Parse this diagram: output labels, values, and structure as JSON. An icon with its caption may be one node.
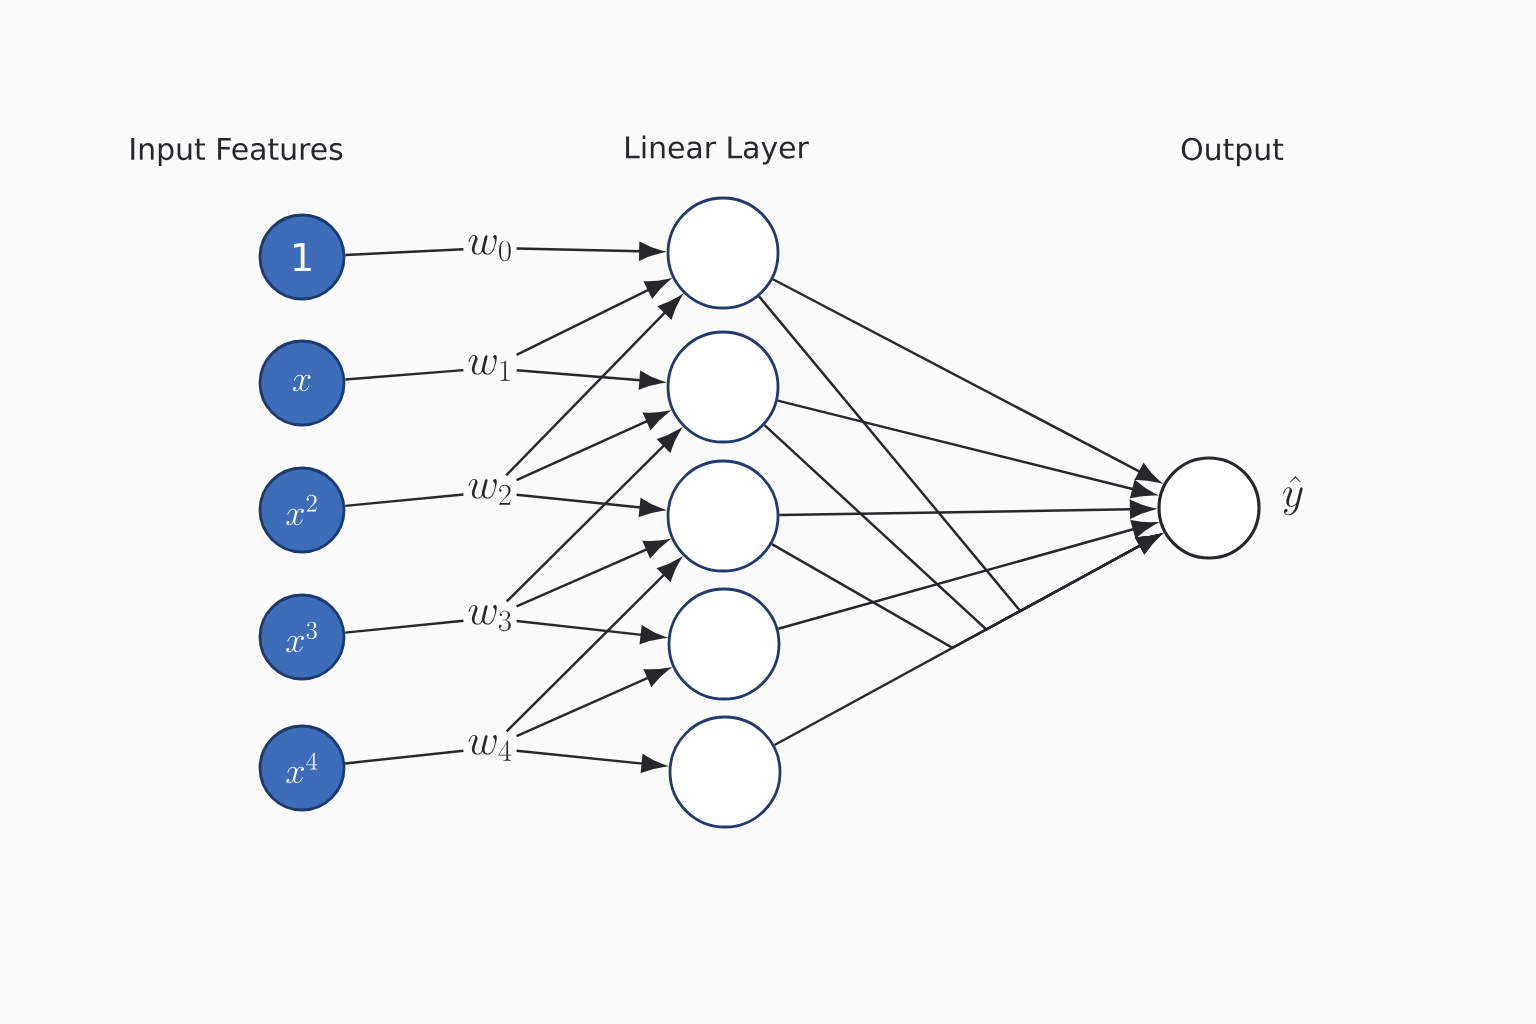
{
  "diagram": {
    "nodes": [
      {
        "text": [
          "1"
        ]
      },
      {
        "text": [
          "x"
        ]
      },
      {
        "text": [
          "x^{2}"
        ]
      },
      {
        "text": [
          "x^{3}"
        ]
      },
      {
        "text": [
          "x^{4}"
        ]
      },
      {
        "text": [
          "w_{0}"
        ]
      },
      {
        "text": [
          "w_{1}"
        ]
      },
      {
        "text": [
          "w_{2}"
        ]
      },
      {
        "text": [
          "w_{3}"
        ]
      },
      {
        "text": [
          "w_{4}"
        ]
      },
      {
        "text": [],
        "shape": "circle"
      },
      {
        "text": [],
        "shape": "circle"
      },
      {
        "text": [],
        "shape": "circle"
      },
      {
        "text": [],
        "shape": "circle"
      },
      {
        "text": [],
        "shape": "circle"
      },
      {
        "text": [],
        "shape": "circle",
        "beside": [
          "\\hat{y}"
        ]
      }
    ],
    "edges": [
      {
        "from": 0,
        "to": 5,
        "arrow": "none"
      },
      {
        "from": 1,
        "to": 6,
        "arrow": "none"
      },
      {
        "from": 2,
        "to": 7,
        "arrow": "none"
      },
      {
        "from": 3,
        "to": 8,
        "arrow": "none"
      },
      {
        "from": 4,
        "to": 9,
        "arrow": "none"
      },
      {
        "from": 5,
        "to": 10,
        "arrow": "to"
      },
      {
        "from": 6,
        "to": 10,
        "arrow": "to"
      },
      {
        "from": 6,
        "to": 11,
        "arrow": "to"
      },
      {
        "from": 7,
        "to": 10,
        "arrow": "to"
      },
      {
        "from": 7,
        "to": 11,
        "arrow": "to"
      },
      {
        "from": 7,
        "to": 12,
        "arrow": "to"
      },
      {
        "from": 8,
        "to": 11,
        "arrow": "to"
      },
      {
        "from": 8,
        "to": 12,
        "arrow": "to"
      },
      {
        "from": 8,
        "to": 13,
        "arrow": "to"
      },
      {
        "from": 9,
        "to": 12,
        "arrow": "to"
      },
      {
        "from": 9,
        "to": 13,
        "arrow": "to"
      },
      {
        "from": 9,
        "to": 14,
        "arrow": "to"
      },
      {
        "from": 10,
        "to": 15,
        "arrow": "to"
      },
      {
        "from": 11,
        "to": 15,
        "arrow": "to"
      },
      {
        "from": 12,
        "to": 15,
        "arrow": "to"
      },
      {
        "from": 13,
        "to": 15,
        "arrow": "to"
      },
      {
        "from": 14,
        "to": 15,
        "arrow": "to"
      },
      {
        "from": 10,
        "to": 15,
        "arrow": "to"
      },
      {
        "from": 11,
        "to": 15,
        "arrow": "to"
      },
      {
        "from": 12,
        "to": 15,
        "arrow": "to"
      }
    ],
    "labels": [
      "Input Features",
      "Linear Layer",
      "Output"
    ]
  }
}
